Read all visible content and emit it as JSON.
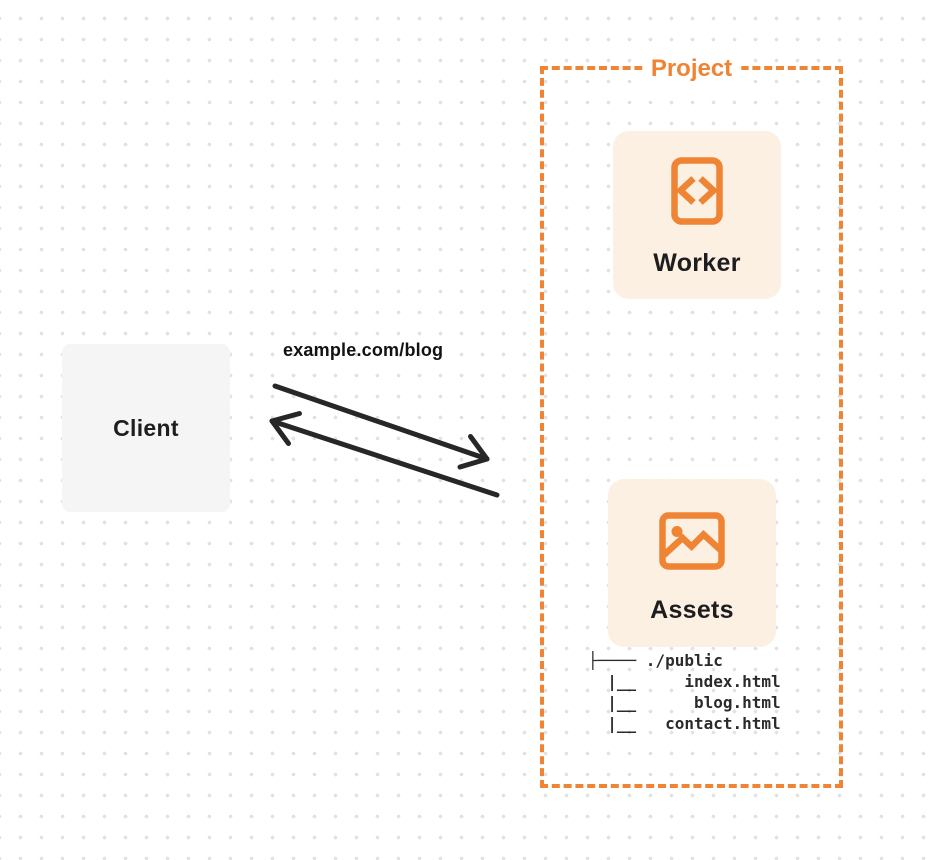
{
  "client": {
    "label": "Client"
  },
  "request": {
    "url_label": "example.com/blog"
  },
  "project": {
    "label": "Project",
    "worker": {
      "label": "Worker"
    },
    "assets": {
      "label": "Assets",
      "file_tree": {
        "root": "├──── ./public",
        "line1": "  |__     index.html",
        "line2": "  |__      blog.html",
        "line3": "  |__   contact.html"
      }
    }
  },
  "icons": {
    "worker": "code-file-icon",
    "assets": "image-icon"
  },
  "colors": {
    "accent_orange": "#EE8434",
    "card_cream": "#FCF0E3",
    "client_gray": "#F5F5F6",
    "arrow_dark": "#272727",
    "text_dark": "#1E1E1E",
    "dot_grid": "#E3E3E6"
  }
}
